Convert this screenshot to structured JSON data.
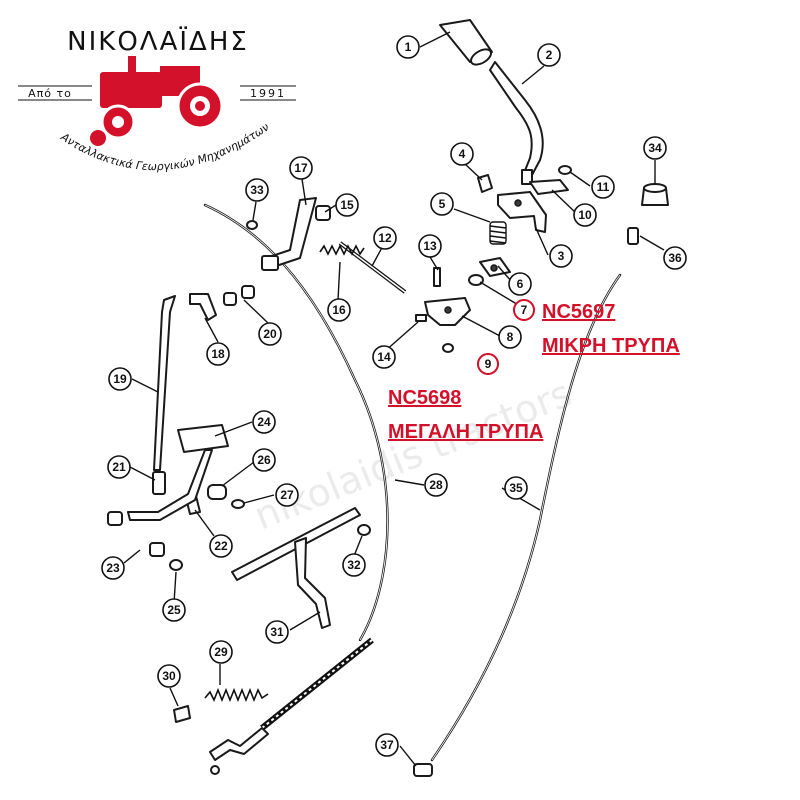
{
  "logo": {
    "brand": "ΝΙΚΟΛΑΪΔΗΣ",
    "since_left": "Από το",
    "since_right": "1991",
    "tagline": "Ανταλλακτικά Γεωργικών Μηχανημάτων",
    "accent_color": "#d3112a"
  },
  "watermark": "nikolaidis tractors",
  "annotations": {
    "a1_line1": "NC5697",
    "a1_line2": "ΜΙΚΡΗ ΤΡΥΠΑ",
    "a2_line1": "NC5698",
    "a2_line2": "ΜΕΓΑΛΗ ΤΡΥΠΑ",
    "color": "#d3112a"
  },
  "callouts": [
    "1",
    "2",
    "3",
    "4",
    "5",
    "6",
    "7",
    "8",
    "9",
    "10",
    "11",
    "12",
    "13",
    "14",
    "15",
    "16",
    "17",
    "18",
    "19",
    "20",
    "21",
    "22",
    "23",
    "24",
    "25",
    "26",
    "27",
    "28",
    "29",
    "30",
    "31",
    "32",
    "33",
    "34",
    "35",
    "36",
    "37"
  ]
}
